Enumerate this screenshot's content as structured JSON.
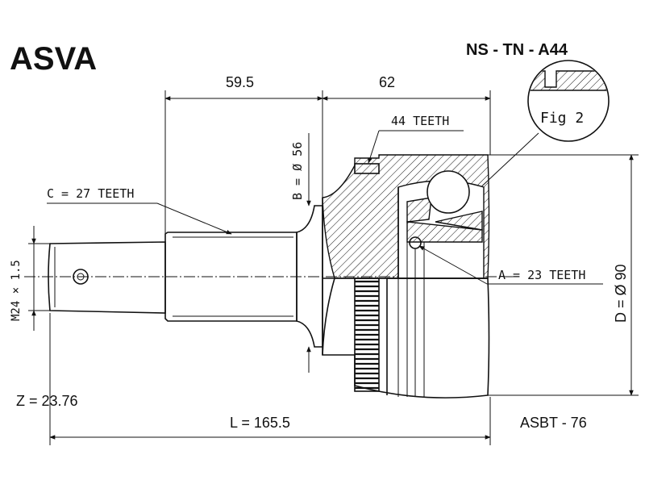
{
  "brand": "ASVA",
  "part_number": "NS - TN - A44",
  "dimensions": {
    "length_a": "59.5",
    "length_b": "62",
    "total_length": "L = 165.5",
    "diameter_b": "B = Ø 56",
    "diameter_d": "D = Ø 90",
    "thread": "M24 × 1.5"
  },
  "teeth": {
    "abs_ring": "44 TEETH",
    "c": "C = 27 TEETH",
    "a": "A = 23 TEETH"
  },
  "z_value": "Z = 23.76",
  "asbt": "ASBT - 76",
  "fig_label": "Fig 2",
  "colors": {
    "line": "#111111",
    "background": "#ffffff"
  }
}
